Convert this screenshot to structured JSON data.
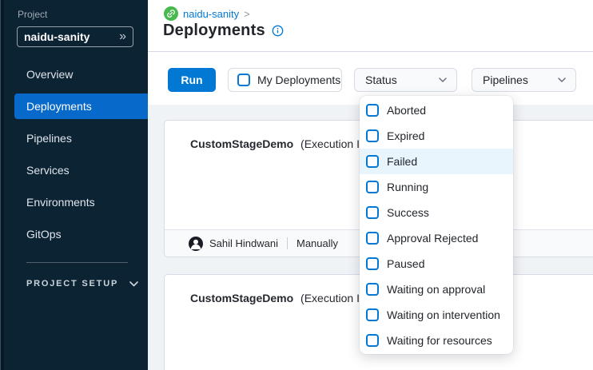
{
  "sidebar": {
    "project_label": "Project",
    "project_name": "naidu-sanity",
    "collapse_icon": "»",
    "items": [
      {
        "label": "Overview",
        "active": false
      },
      {
        "label": "Deployments",
        "active": true
      },
      {
        "label": "Pipelines",
        "active": false
      },
      {
        "label": "Services",
        "active": false
      },
      {
        "label": "Environments",
        "active": false
      },
      {
        "label": "GitOps",
        "active": false
      }
    ],
    "project_setup_label": "PROJECT SETUP"
  },
  "header": {
    "breadcrumb_project": "naidu-sanity",
    "breadcrumb_separator": ">",
    "title": "Deployments"
  },
  "toolbar": {
    "run_label": "Run",
    "my_deployments_label": "My Deployments",
    "my_deployments_checked": false,
    "status_label": "Status",
    "pipelines_label": "Pipelines"
  },
  "status_menu": {
    "items": [
      {
        "label": "Aborted",
        "checked": false,
        "highlighted": false
      },
      {
        "label": "Expired",
        "checked": false,
        "highlighted": false
      },
      {
        "label": "Failed",
        "checked": false,
        "highlighted": true
      },
      {
        "label": "Running",
        "checked": false,
        "highlighted": false
      },
      {
        "label": "Success",
        "checked": false,
        "highlighted": false
      },
      {
        "label": "Approval Rejected",
        "checked": false,
        "highlighted": false
      },
      {
        "label": "Paused",
        "checked": false,
        "highlighted": false
      },
      {
        "label": "Waiting on approval",
        "checked": false,
        "highlighted": false
      },
      {
        "label": "Waiting on intervention",
        "checked": false,
        "highlighted": false
      },
      {
        "label": "Waiting for resources",
        "checked": false,
        "highlighted": false
      }
    ]
  },
  "cards": [
    {
      "title": "CustomStageDemo",
      "subtitle": "(Execution Id",
      "owner": "Sahil Hindwani",
      "trigger": "Manually",
      "has_footer": true
    },
    {
      "title": "CustomStageDemo",
      "subtitle": "(Execution Id",
      "has_footer": false
    }
  ],
  "colors": {
    "primary_blue": "#0278d5",
    "sidebar_bg": "#0c2334",
    "nav_active_bg": "#0769ca",
    "menu_highlight": "#e8f5fd",
    "module_green": "#47b94e",
    "content_bg": "#f0f3f6"
  }
}
